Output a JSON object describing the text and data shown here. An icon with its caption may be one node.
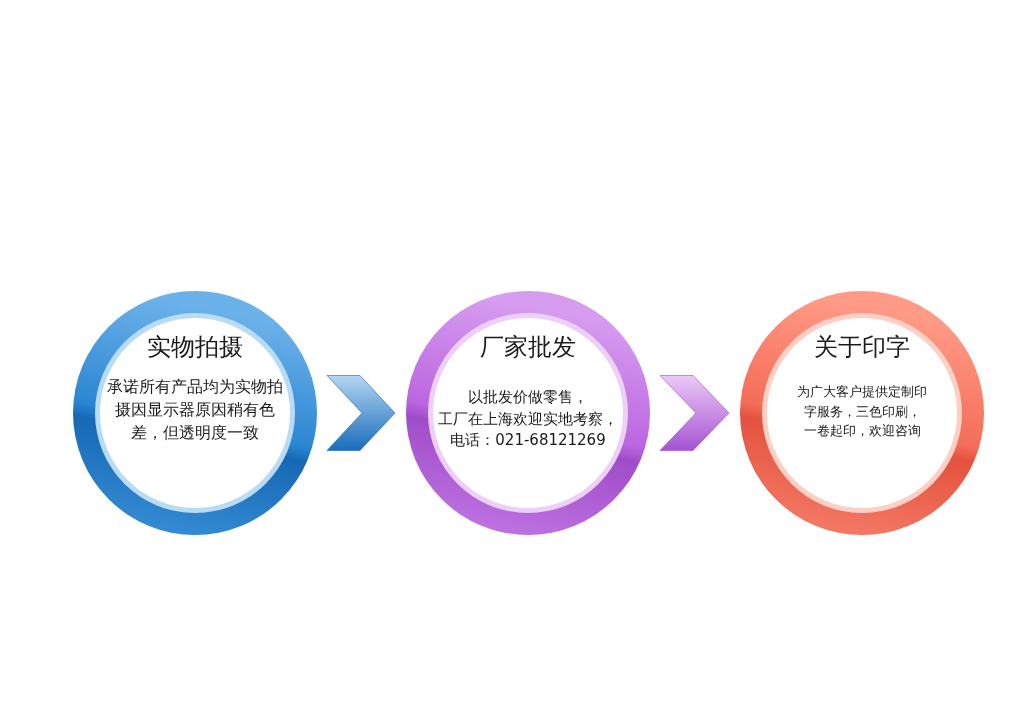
{
  "diagram": {
    "nodes": [
      {
        "text": [
          "实物拍摄",
          "承诺所有产品均为实物拍摄因显示器原因稍有色差，但透明度一致"
        ]
      },
      {
        "text": [
          "厂家批发",
          "以批发价做零售，工厂在上海欢迎实地考察，电话：021-68121269"
        ]
      },
      {
        "text": [
          "关于印字",
          "为广大客户提供定制印字服务，三色印刷，一卷起印，欢迎咨询"
        ]
      }
    ],
    "edges": [
      {
        "from": 0,
        "to": 1,
        "arrow": "to"
      },
      {
        "from": 1,
        "to": 2,
        "arrow": "to"
      }
    ]
  }
}
